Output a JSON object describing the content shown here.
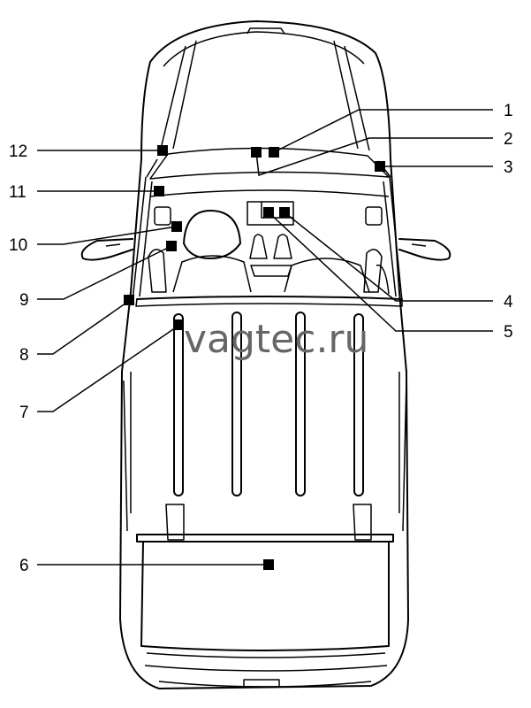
{
  "watermark": "vagtec.ru",
  "callouts": [
    {
      "id": "c1",
      "label": "1"
    },
    {
      "id": "c2",
      "label": "2"
    },
    {
      "id": "c3",
      "label": "3"
    },
    {
      "id": "c4",
      "label": "4"
    },
    {
      "id": "c5",
      "label": "5"
    },
    {
      "id": "c6",
      "label": "6"
    },
    {
      "id": "c7",
      "label": "7"
    },
    {
      "id": "c8",
      "label": "8"
    },
    {
      "id": "c9",
      "label": "9"
    },
    {
      "id": "c10",
      "label": "10"
    },
    {
      "id": "c11",
      "label": "11"
    },
    {
      "id": "c12",
      "label": "12"
    }
  ]
}
